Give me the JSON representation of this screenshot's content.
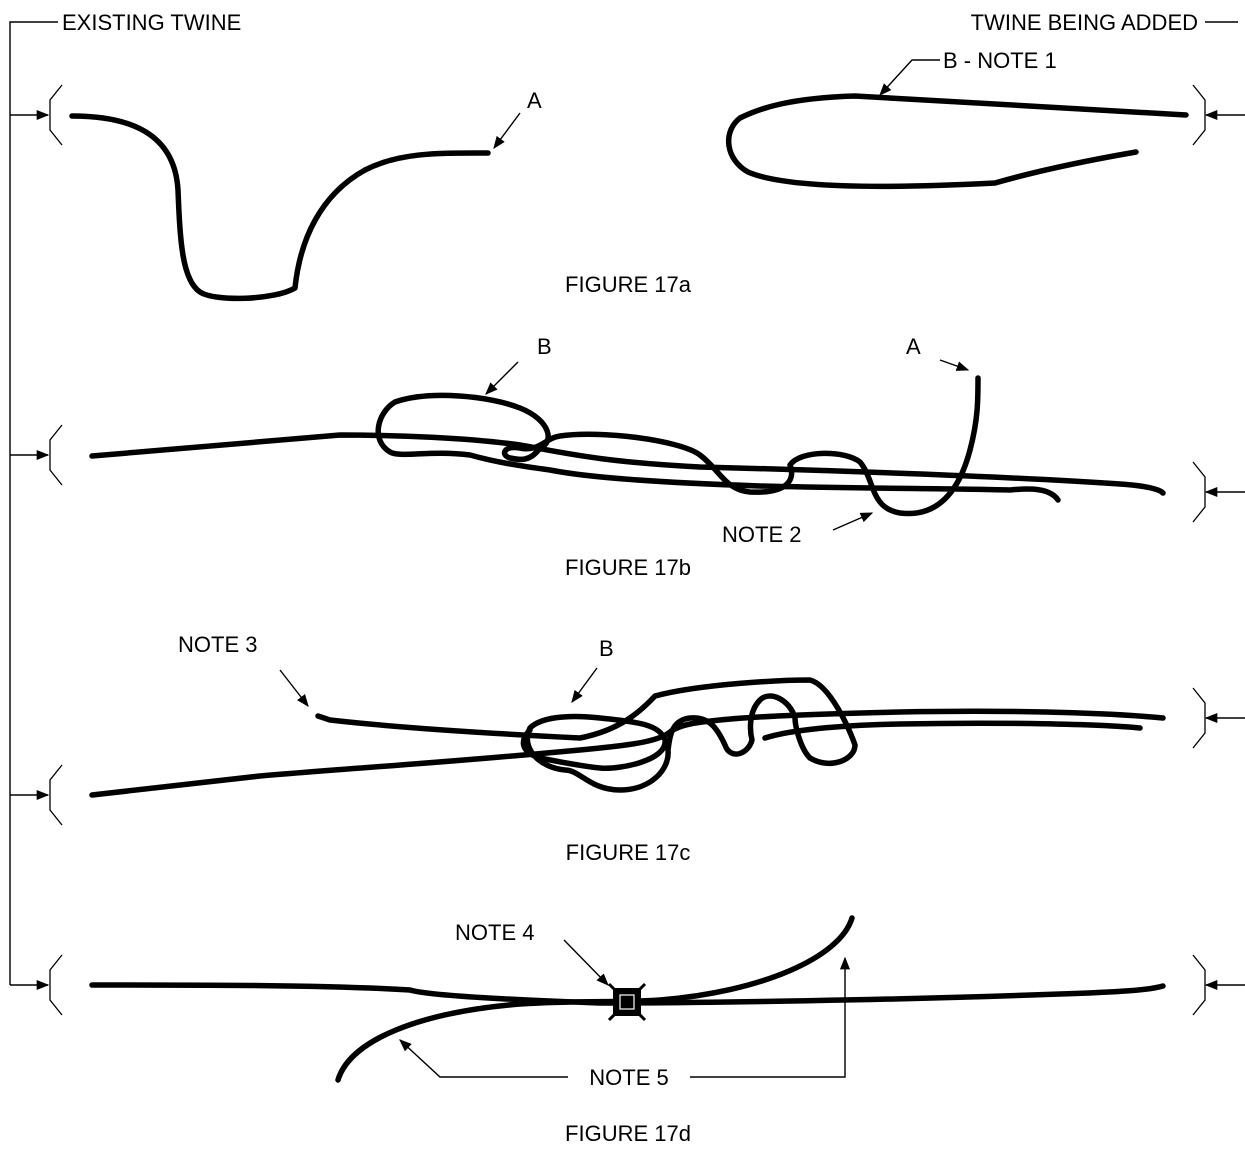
{
  "header": {
    "existing_label": "EXISTING TWINE",
    "added_label": "TWINE BEING ADDED"
  },
  "figures": [
    {
      "caption": "FIGURE 17a",
      "labels": {
        "a": "A",
        "b_note1": "B - NOTE 1"
      }
    },
    {
      "caption": "FIGURE 17b",
      "labels": {
        "b": "B",
        "a": "A",
        "note2": "NOTE 2"
      }
    },
    {
      "caption": "FIGURE 17c",
      "labels": {
        "note3": "NOTE 3",
        "b": "B"
      }
    },
    {
      "caption": "FIGURE 17d",
      "labels": {
        "note4": "NOTE 4",
        "note5": "NOTE 5"
      }
    }
  ],
  "colors": {
    "ink": "#000000",
    "paper": "#ffffff"
  }
}
